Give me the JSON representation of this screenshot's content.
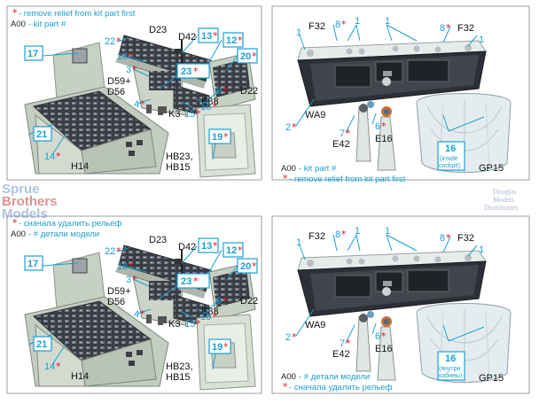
{
  "english_legend": {
    "code": "A00",
    "code_text": " - kit part #",
    "remove_text": " - remove relief from kit part first"
  },
  "russian_legend": {
    "code": "A00",
    "code_text": " - # детали модели",
    "remove_text": " - сначала удалить рельеф"
  },
  "left_labels": {
    "p17": "17",
    "p22": "22",
    "d23": "D23",
    "d42": "D42",
    "p13": "13",
    "p12": "12",
    "p18": "18",
    "p20": "20",
    "p3": "3",
    "p23": "23",
    "d59": "D59+",
    "d56": "D56",
    "p9": "9",
    "d22": "D22",
    "e38": "E38",
    "p4": "4",
    "k3": "K3",
    "p15": "15",
    "p10": "10",
    "p21": "21",
    "p14": "14",
    "h14": "H14",
    "p19": "19",
    "hb23": "HB23,",
    "hb15": "HB15"
  },
  "right_labels": {
    "p1": "1",
    "f32": "F32",
    "p8": "8",
    "p2": "2",
    "wa9": "WA9",
    "p7": "7",
    "p6": "6",
    "e42": "E42",
    "e16": "E16",
    "p16": "16",
    "inside_en": "(inside",
    "cockpit_en": "cockpit)",
    "inside_ru_1": "(внутри",
    "inside_ru_2": "кабины)",
    "gp15": "GP15"
  },
  "watermark": {
    "line1": "Sprue",
    "line2": "Brothers",
    "line3": "Models",
    "right1": "Douglas",
    "right2": "Models",
    "right3": "Distributors"
  },
  "star_symbol": "*",
  "colors": {
    "accent_cyan": "#1a9fd0",
    "star_red": "#e0141e"
  }
}
